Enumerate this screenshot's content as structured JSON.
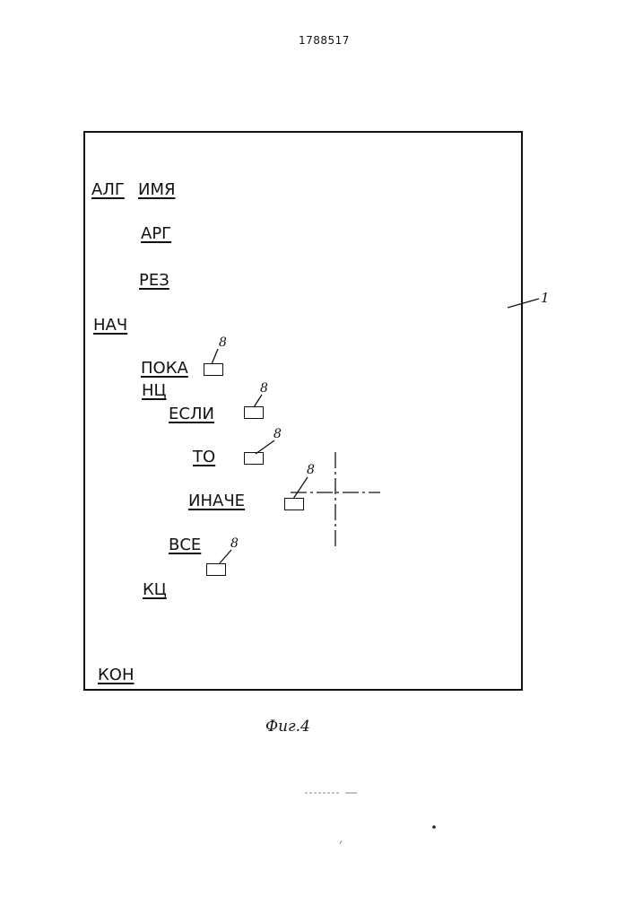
{
  "header": {
    "patent_number": "1788517"
  },
  "diagram": {
    "frame_ref": "1",
    "keywords": {
      "alg": "АЛГ",
      "name": "ИМЯ",
      "arg": "АРГ",
      "rez": "РЕЗ",
      "nach": "НАЧ",
      "poka": "ПОКА",
      "nts": "НЦ",
      "esli": "ЕСЛИ",
      "to": "ТО",
      "inache": "ИНАЧЕ",
      "vse": "ВСЕ",
      "kts": "КЦ",
      "kon": "КОН"
    },
    "field_ref": "8"
  },
  "caption": "Фиг.4"
}
